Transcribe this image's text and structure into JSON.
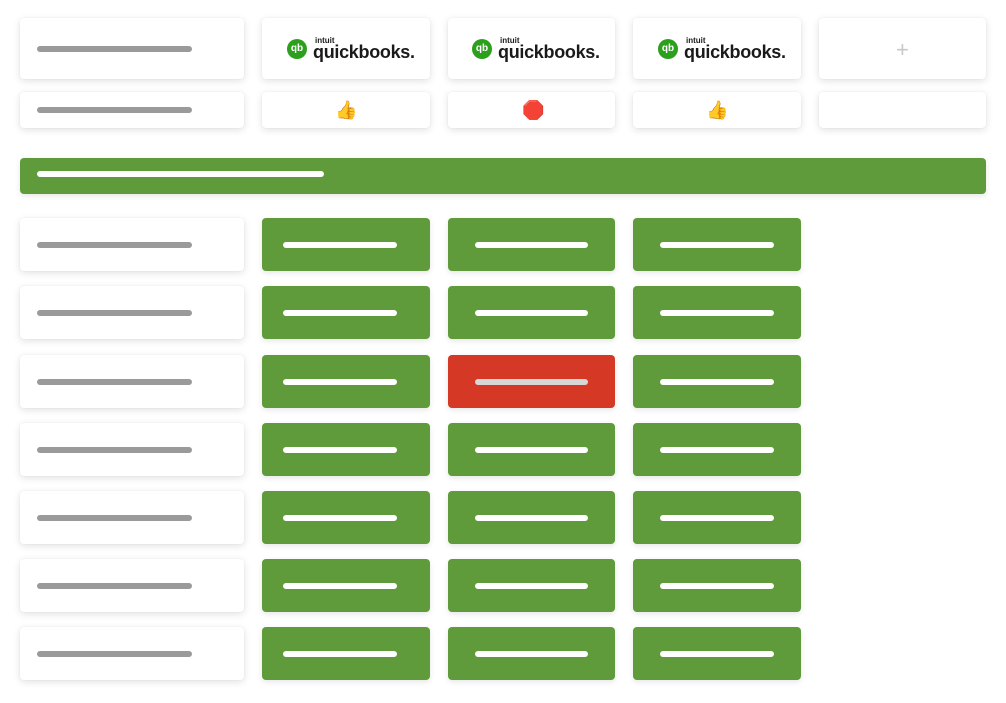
{
  "header": {
    "product_columns": [
      {
        "logo_prefix": "intuit",
        "logo_name": "quickbooks.",
        "logo_mark": "qb",
        "status_icon": "👍"
      },
      {
        "logo_prefix": "intuit",
        "logo_name": "quickbooks.",
        "logo_mark": "qb",
        "status_icon": "🛑"
      },
      {
        "logo_prefix": "intuit",
        "logo_name": "quickbooks.",
        "logo_mark": "qb",
        "status_icon": "👍"
      }
    ],
    "add_column_symbol": "+"
  },
  "section_banner": {
    "color": "#5f9a3b"
  },
  "colors": {
    "green": "#5f9a3b",
    "red": "#d63826",
    "gray_placeholder": "#9a9a9a"
  }
}
